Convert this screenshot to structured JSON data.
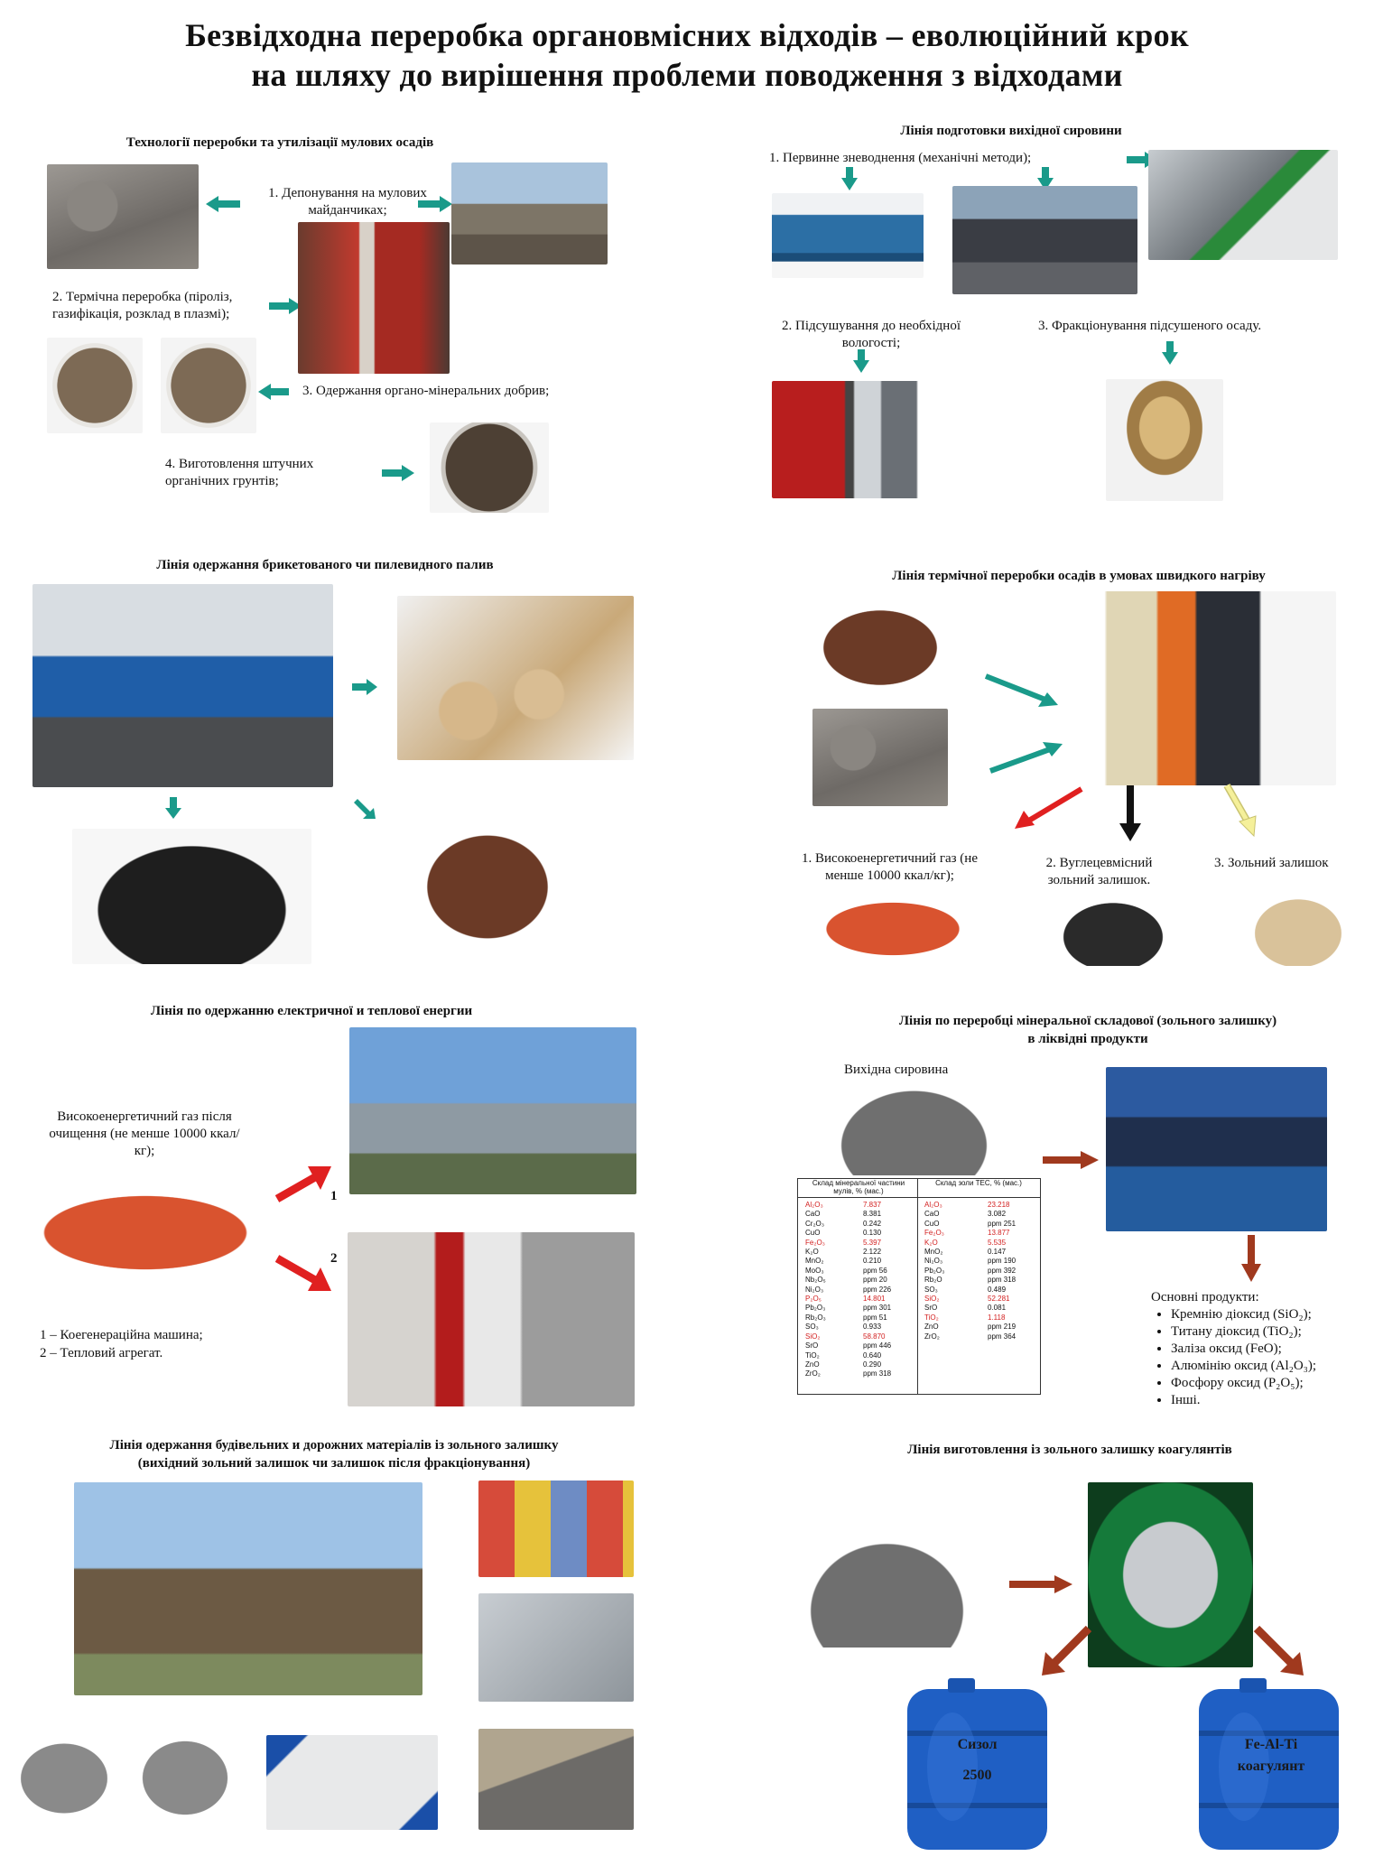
{
  "title": {
    "line1": "Безвідходна переробка органовмісних відходів – еволюційний крок",
    "line2": "на шляху до вирішення проблеми поводження з відходами"
  },
  "s1": {
    "heading": "Технології  переробки та утилізації мулових осадів",
    "item1": "1.   Депонування на мулових майданчиках;",
    "item2": "2. Термічна переробка (піроліз, газифікація, розклад в плазмі);",
    "item3": "3. Одержання органо-мінеральних добрив;",
    "item4": "4. Виготовлення штучних органічних грунтів;"
  },
  "s2": {
    "heading": "Лінія подготовки вихідної сировини",
    "item1": "1.   Первинне зневоднення (механічні методи);",
    "item2": "2. Підсушування до необхідної вологості;",
    "item3": "3. Фракціонування підсушеного осаду."
  },
  "s3": {
    "heading": "Лінія одержання брикетованого чи пилевидного палив"
  },
  "s4": {
    "heading": "Лінія термічної переробки осадів в умовах швидкого нагріву",
    "out1": "1.   Високоенергетичний газ (не менше 10000 ккал/кг);",
    "out2": "2. Вуглецевмісний зольний залишок.",
    "out3": "3. Зольний залишок"
  },
  "s5": {
    "heading": "Лінія по одержанню електричної и теплової енергии",
    "gas": "Високоенергетичний газ після очищення (не менше 10000 ккал/кг);",
    "n1": "1",
    "n2": "2",
    "legend1": "1 – Коегенераційна машина;",
    "legend2": "2 – Тепловий агрегат."
  },
  "s6": {
    "heading1": "Лінія по переробці мінеральної складової (зольного залишку)",
    "heading2": "в ліквідні продукти",
    "raw": "Вихідна сировина",
    "table": {
      "head_left": "Склад мінеральної частини мулів, % (мас.)",
      "head_right": "Склад золи ТЕС, % (мас.)",
      "left_names": [
        "Al₂O₃",
        "CaO",
        "Cr₂O₃",
        "CuO",
        "Fe₂O₃",
        "K₂O",
        "MnO₂",
        "MoO₃",
        "Nb₂O₅",
        "Ni₂O₃",
        "P₂O₅",
        "Pb₂O₃",
        "Rb₂O₃",
        "SO₃",
        "SiO₂",
        "SrO",
        "TiO₂",
        "ZnO",
        "ZrO₂"
      ],
      "left_values": [
        "7.837",
        "8.381",
        "0.242",
        "0.130",
        "5.397",
        "2.122",
        "0.210",
        "ppm 56",
        "ppm 20",
        "ppm 226",
        "14.801",
        "ppm 301",
        "ppm 51",
        "0.933",
        "58.870",
        "ppm 446",
        "0.640",
        "0.290",
        "ppm 318"
      ],
      "left_red": [
        0,
        4,
        10,
        14
      ],
      "right_names": [
        "Al₂O₃",
        "CaO",
        "CuO",
        "Fe₂O₃",
        "K₂O",
        "MnO₂",
        "Ni₂O₃",
        "Pb₂O₃",
        "Rb₂O",
        "SO₃",
        "SiO₂",
        "SrO",
        "TiO₂",
        "ZnO",
        "ZrO₂"
      ],
      "right_values": [
        "23.218",
        "3.082",
        "ppm 251",
        "13.877",
        "5.535",
        "0.147",
        "ppm 190",
        "ppm 392",
        "ppm 318",
        "0.489",
        "52.281",
        "0.081",
        "1.118",
        "ppm 219",
        "ppm 364"
      ],
      "right_red": [
        0,
        3,
        4,
        10,
        12
      ]
    },
    "products_title": "Основні продукти:",
    "products": [
      "Кремнію діоксид (SiO₂);",
      "Титану діоксид (TiO₂);",
      "Заліза оксид (FeO);",
      "Алюмінію оксид (Al₂O₃);",
      "Фосфору оксид (P₂O₅);",
      "Інші."
    ]
  },
  "s7": {
    "heading1": "Лінія одержання будівельних и дорожних матеріалів із зольного залишку",
    "heading2": "(вихідний зольний залишок чи залишок після фракціонування)"
  },
  "s8": {
    "heading": "Лінія виготовлення із зольного залишку коагулянтів",
    "barrel1_line1": "Сизол",
    "barrel1_line2": "2500",
    "barrel2_line1": "Fe-Al-Ti",
    "barrel2_line2": "коагулянт"
  },
  "colors": {
    "teal_arrow": "#1a9a8a",
    "red_arrow": "#e02020",
    "brown_arrow": "#a0391e",
    "barrel_blue": "#1f5fc4",
    "yellow_arrow": "#f5f09a"
  }
}
